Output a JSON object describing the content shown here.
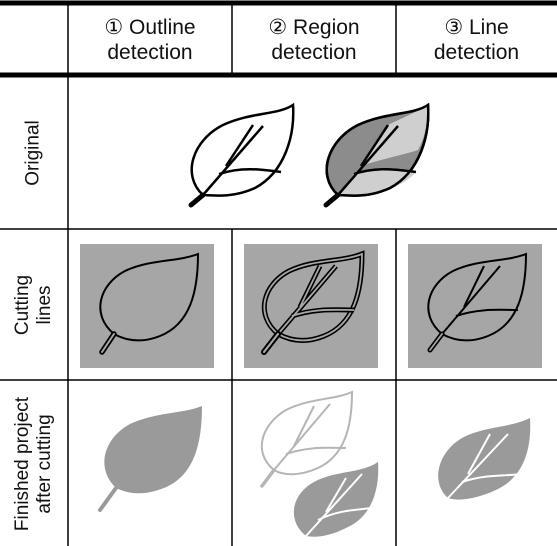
{
  "columns": [
    {
      "marker": "①",
      "line1": "① Outline",
      "line2": "detection"
    },
    {
      "marker": "②",
      "line1": "② Region",
      "line2": "detection"
    },
    {
      "marker": "③",
      "line1": "③ Line",
      "line2": "detection"
    }
  ],
  "rows": [
    {
      "lines": [
        "Original"
      ]
    },
    {
      "lines": [
        "Cutting",
        "lines"
      ]
    },
    {
      "lines": [
        "Finished project",
        "after cutting"
      ]
    }
  ],
  "colors": {
    "rule": "#000000",
    "mat": "#a6a6a6",
    "leaf_dark": "#8c8c8c",
    "leaf_light": "#cfcfcf",
    "leaf_cut": "#9a9a9a",
    "leaf_outline_faint": "#b5b5b5"
  },
  "icons": [
    "leaf-outline-icon",
    "leaf-shaded-icon",
    "cut-outline-icon",
    "cut-region-icon",
    "cut-line-icon",
    "finished-outline-leaf-icon",
    "finished-region-leaves-icon",
    "finished-line-leaf-icon"
  ]
}
